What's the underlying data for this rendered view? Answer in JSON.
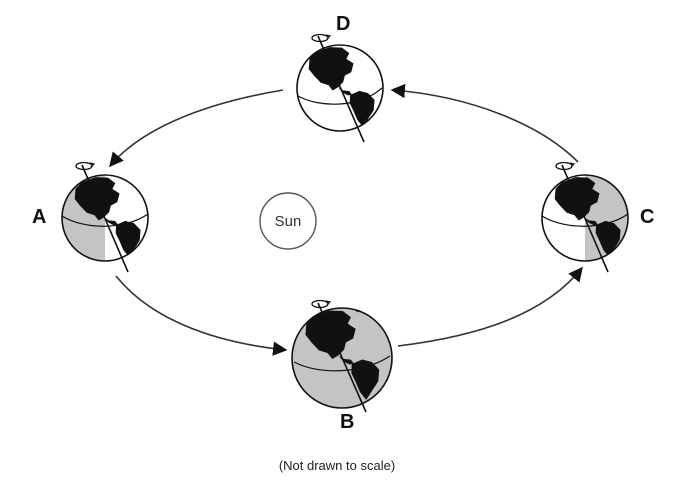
{
  "diagram": {
    "sun_label": "Sun",
    "note": "(Not drawn to scale)",
    "positions": [
      {
        "id": "A",
        "label": "A"
      },
      {
        "id": "B",
        "label": "B"
      },
      {
        "id": "C",
        "label": "C"
      },
      {
        "id": "D",
        "label": "D"
      }
    ],
    "colors": {
      "land": "#111111",
      "shadow": "#c4c4c4",
      "outline": "#111111",
      "orbit": "#333333",
      "sun_outline": "#555555"
    }
  }
}
